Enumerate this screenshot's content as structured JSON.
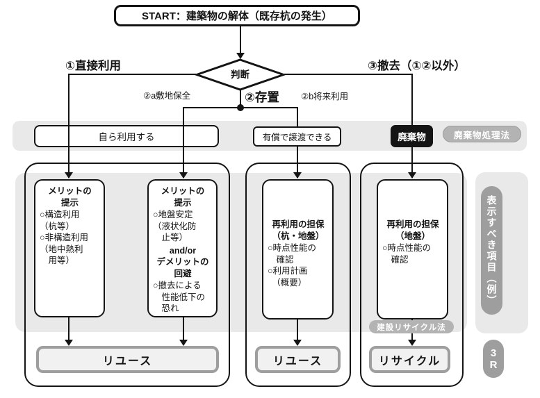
{
  "start": {
    "label": "START：建築物の解体（既存杭の発生）"
  },
  "decision": {
    "label": "判断"
  },
  "branches": {
    "direct_use": "①直接利用",
    "leave_in_place": "②存置",
    "leave_site_preservation": "②a敷地保全",
    "leave_future_use": "②b将来利用",
    "removal": "③撤去（①②以外）"
  },
  "band": {
    "self_use": "自ら利用する",
    "paid_transfer": "有償で譲渡できる",
    "waste": "廃棄物",
    "waste_law": "廃棄物処理法"
  },
  "columns": [
    {
      "head": "メリットの\n提示",
      "body": "○構造利用\n（杭等）\n○非構造利用\n（地中熱利\n　用等）"
    },
    {
      "head": "メリットの\n提示",
      "body": "○地盤安定\n（液状化防\n　止等）",
      "mid": "and/or\nデメリットの\n回避",
      "body2": "○撤去による\n　性能低下の\n　恐れ"
    },
    {
      "head": "再利用の担保\n（杭・地盤）",
      "body": "○時点性能の\n　確認\n○利用計画\n　（概要）"
    },
    {
      "head": "再利用の担保\n（地盤）",
      "body": "○時点性能の\n　確認"
    }
  ],
  "results": {
    "reuse_left": "リユース",
    "reuse_mid": "リユース",
    "recycle": "リサイクル"
  },
  "recycle_law": "建設リサイクル法",
  "sidebar": {
    "display_items": "表示すべき項目（例）",
    "three_r": "3R"
  },
  "colors": {
    "panel_gray": "#e9e9e9",
    "pill_gray": "#9e9e9e",
    "ink": "#141414"
  }
}
